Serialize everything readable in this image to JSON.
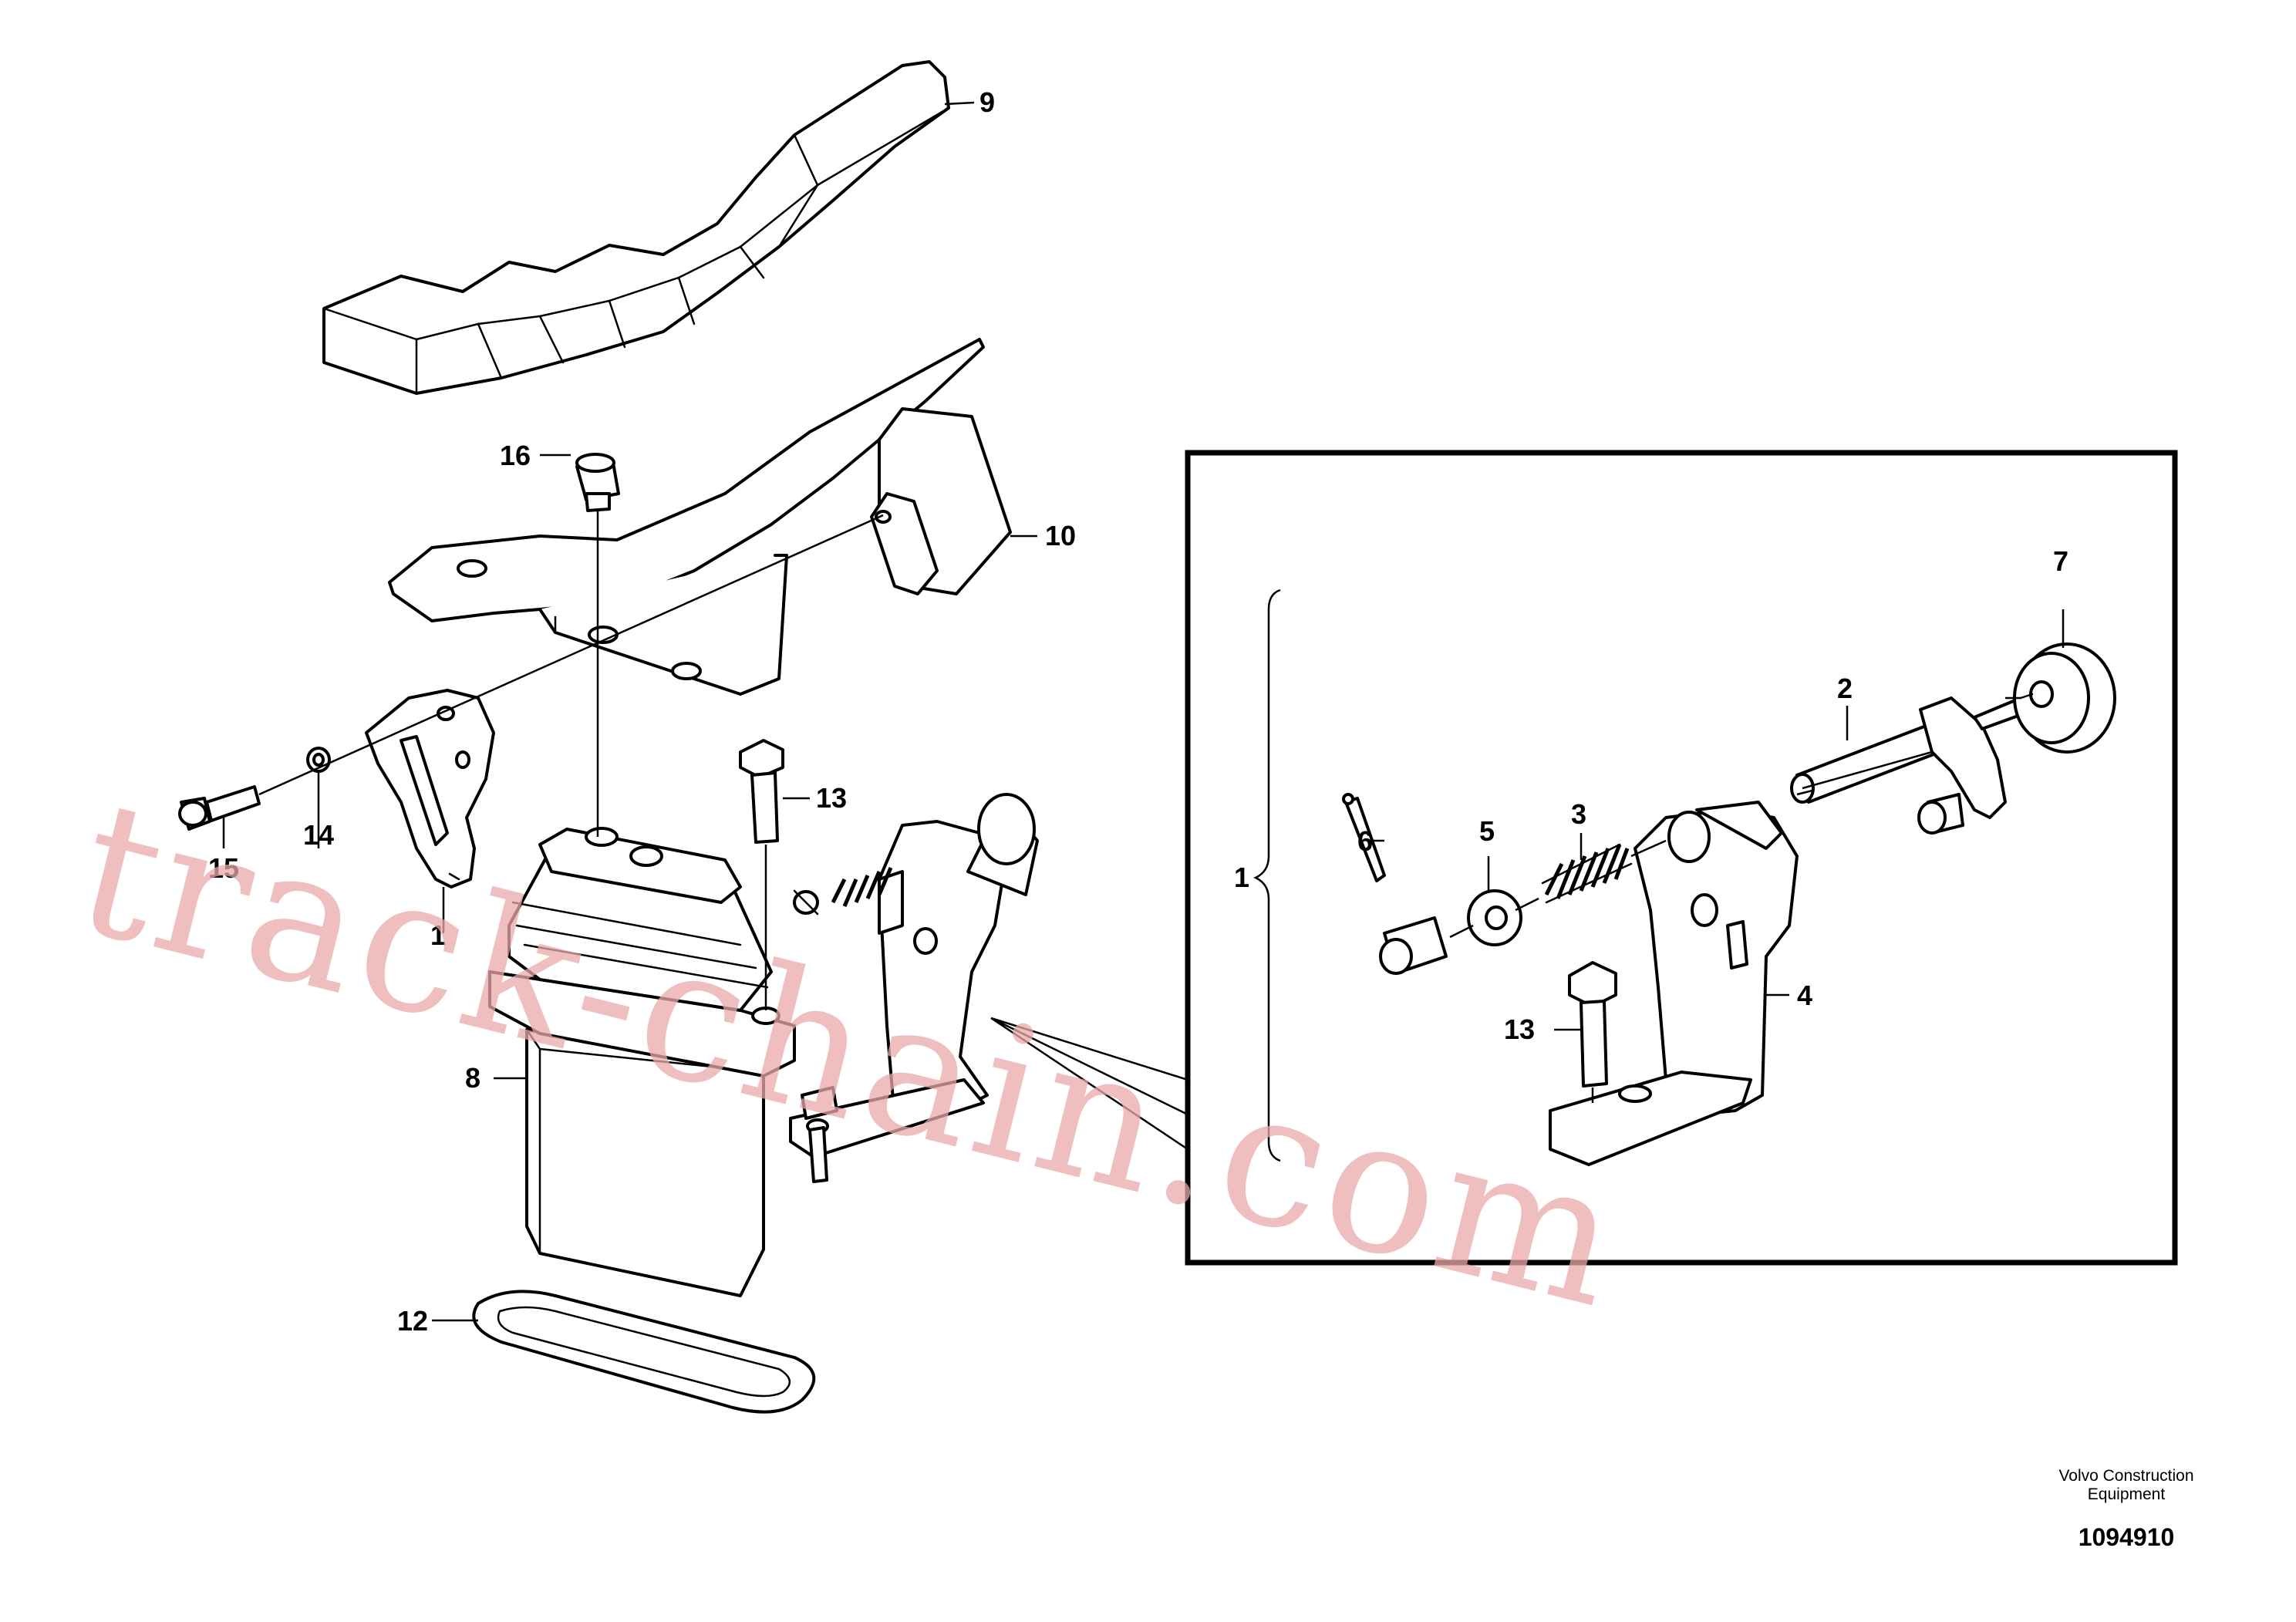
{
  "callouts": {
    "c1": "1",
    "c2": "2",
    "c3": "3",
    "c4": "4",
    "c5": "5",
    "c6": "6",
    "c7": "7",
    "c8": "8",
    "c9": "9",
    "c10": "10",
    "c11": "1",
    "c12": "12",
    "c13a": "13",
    "c13b": "13",
    "c14": "14",
    "c15": "15",
    "c16": "16"
  },
  "watermark": "track-chain.com",
  "footer": {
    "brand_line1": "Volvo Construction",
    "brand_line2": "Equipment",
    "drawing_number": "1094910"
  }
}
